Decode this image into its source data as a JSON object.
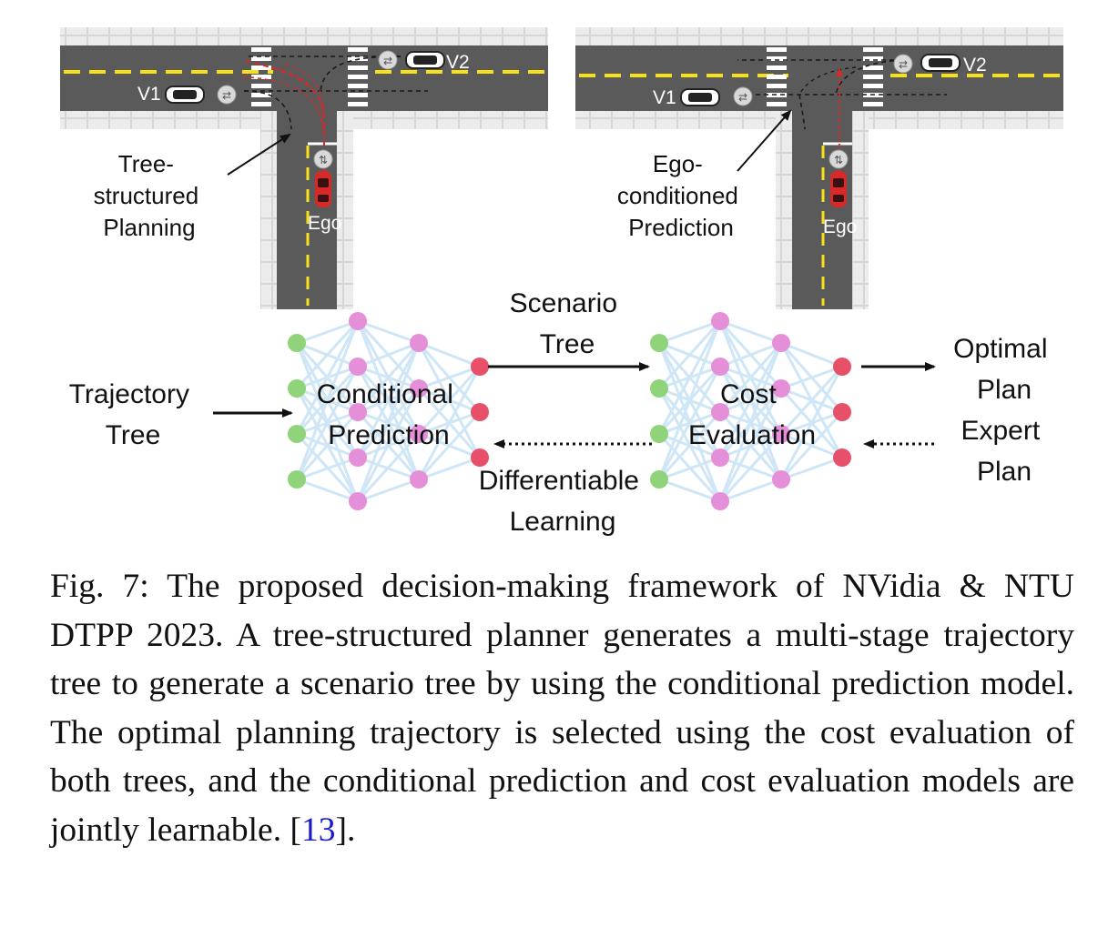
{
  "left_scene": {
    "label_lines": [
      "Tree-",
      "structured",
      "Planning"
    ],
    "vehicle_v1": "V1",
    "vehicle_v2": "V2",
    "ego": "Ego"
  },
  "right_scene": {
    "label_lines": [
      "Ego-",
      "conditioned",
      "Prediction"
    ],
    "vehicle_v1": "V1",
    "vehicle_v2": "V2",
    "ego": "Ego"
  },
  "flow": {
    "input_lines": [
      "Trajectory",
      "Tree"
    ],
    "model1_lines": [
      "Conditional",
      "Prediction"
    ],
    "middle_top_lines": [
      "Scenario",
      "Tree"
    ],
    "middle_bottom_lines": [
      "Differentiable",
      "Learning"
    ],
    "model2_lines": [
      "Cost",
      "Evaluation"
    ],
    "output_top_lines": [
      "Optimal",
      "Plan"
    ],
    "output_bottom_lines": [
      "Expert",
      "Plan"
    ]
  },
  "colors": {
    "road": "#5a5a5a",
    "curb": "#d4d4d4",
    "lane_yellow": "#f7e11a",
    "ego_red": "#d62a2a",
    "node_green": "#8fd47a",
    "node_pink": "#e58fd8",
    "node_red": "#e8506a",
    "edge_blue": "#cfe6f7"
  },
  "caption": {
    "text": "Fig. 7: The proposed decision-making framework of NVidia & NTU DTPP 2023. A tree-structured planner generates a multi-stage trajectory tree to generate a scenario tree by using the conditional prediction model. The optimal planning trajectory is selected using the cost evaluation of both trees, and the conditional prediction and cost evaluation models are jointly learnable. ",
    "ref_open": "[",
    "ref": "13",
    "ref_close": "]."
  }
}
